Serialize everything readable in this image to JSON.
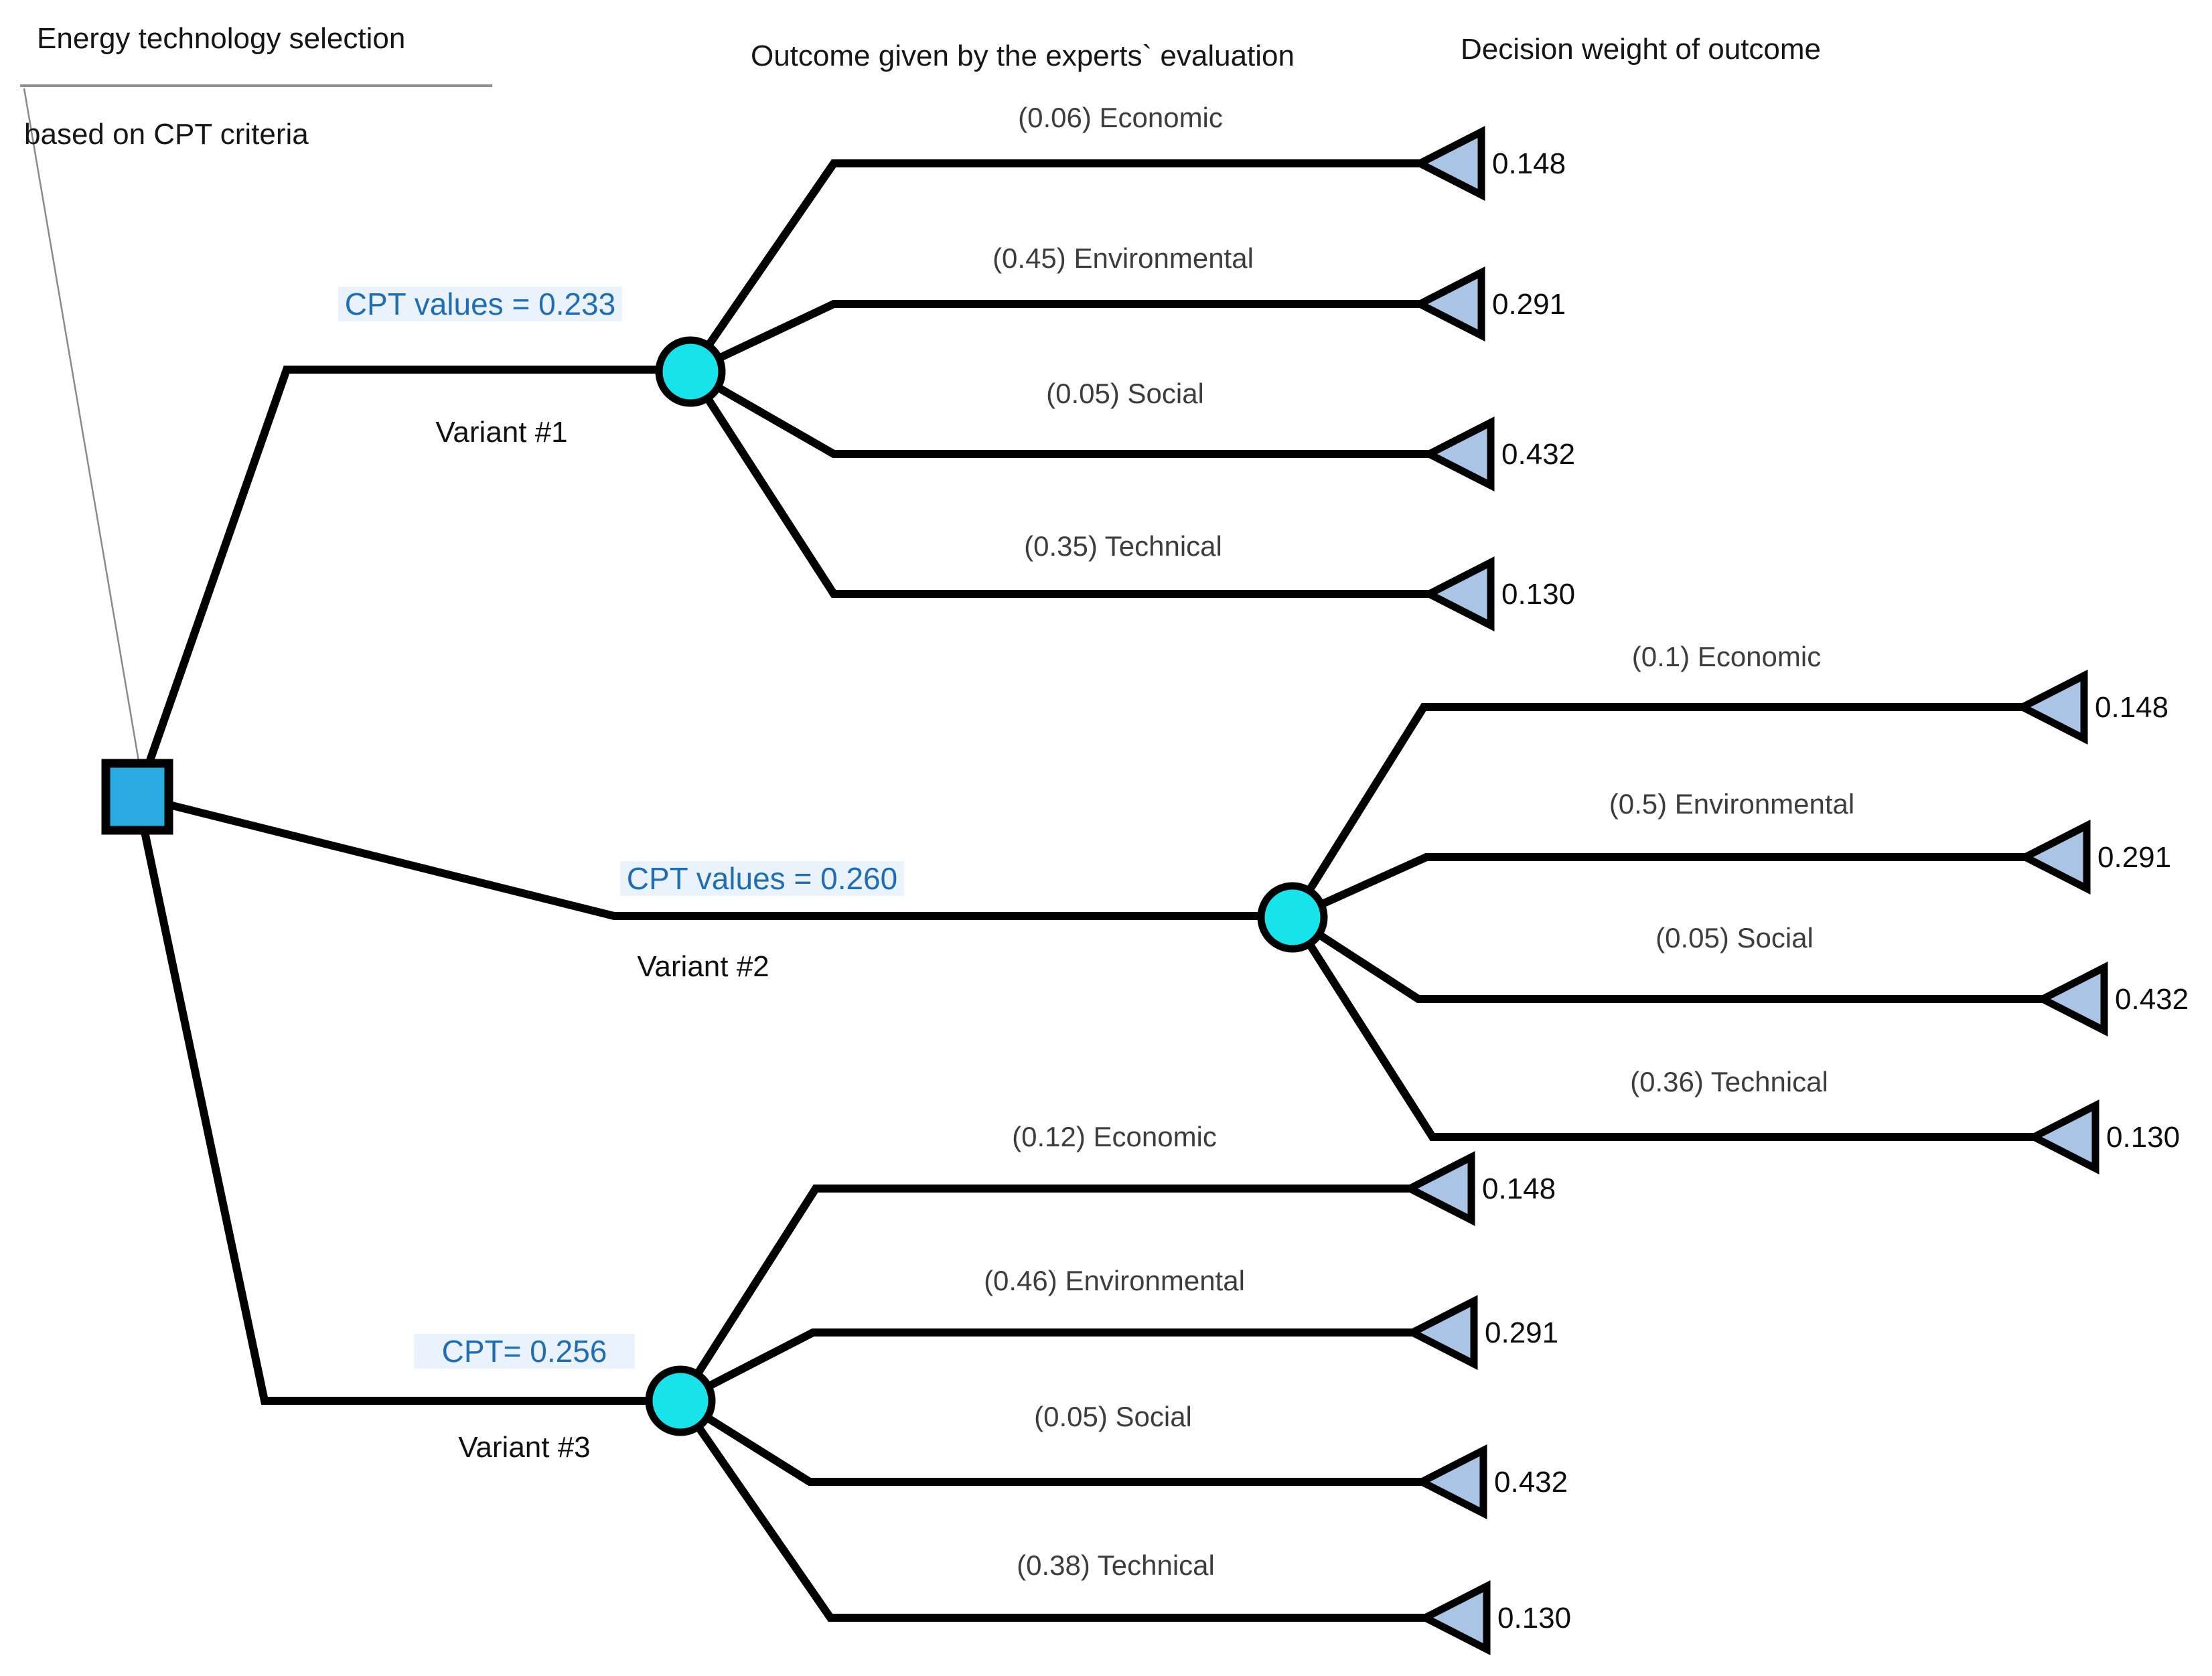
{
  "figure": {
    "title_line1": "Energy technology selection",
    "title_line2": "based on CPT criteria",
    "header_outcome": "Outcome given by the experts` evaluation",
    "header_weight": "Decision weight of outcome"
  },
  "colors": {
    "decision_node_fill": "#29abe2",
    "chance_node_fill": "#17e3ea",
    "end_node_fill": "#a9c4e4",
    "cpt_text": "#1f6eb5",
    "edge": "#000000"
  },
  "variants": [
    {
      "cpt_label": "CPT values = 0.233",
      "name": "Variant #1",
      "branches": [
        {
          "label": "(0.06) Economic",
          "weight": "0.148"
        },
        {
          "label": "(0.45) Environmental",
          "weight": "0.291"
        },
        {
          "label": "(0.05) Social",
          "weight": "0.432"
        },
        {
          "label": "(0.35) Technical",
          "weight": "0.130"
        }
      ]
    },
    {
      "cpt_label": "CPT values = 0.260",
      "name": "Variant #2",
      "branches": [
        {
          "label": "(0.1) Economic",
          "weight": "0.148"
        },
        {
          "label": "(0.5) Environmental",
          "weight": "0.291"
        },
        {
          "label": "(0.05) Social",
          "weight": "0.432"
        },
        {
          "label": "(0.36) Technical",
          "weight": "0.130"
        }
      ]
    },
    {
      "cpt_label": "CPT= 0.256",
      "name": "Variant #3",
      "branches": [
        {
          "label": "(0.12) Economic",
          "weight": "0.148"
        },
        {
          "label": "(0.46) Environmental",
          "weight": "0.291"
        },
        {
          "label": "(0.05) Social",
          "weight": "0.432"
        },
        {
          "label": "(0.38) Technical",
          "weight": "0.130"
        }
      ]
    }
  ]
}
